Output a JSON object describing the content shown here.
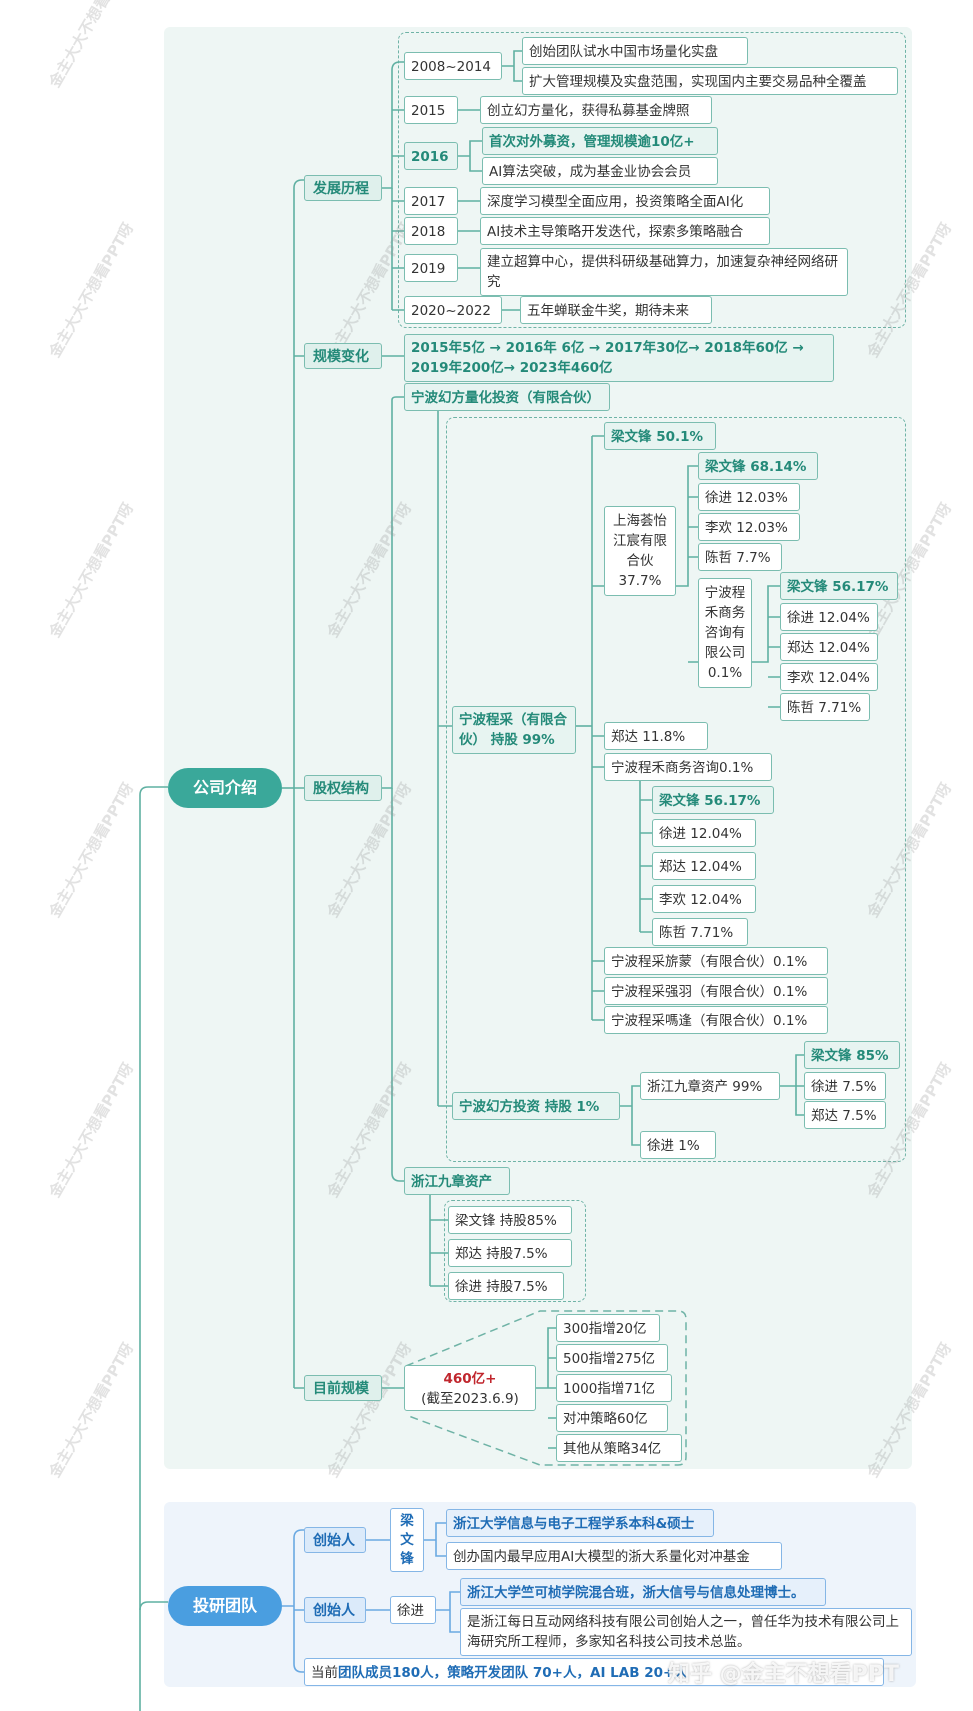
{
  "watermark": "金主大大不想看PPT呀",
  "site_watermark": "知乎 @金主不想看PPT",
  "colors": {
    "teal": "#3aa89a",
    "blue": "#4a9ee0",
    "line": "#5fb0a2"
  },
  "company": {
    "label": "公司介绍",
    "history": {
      "label": "发展历程",
      "years": [
        {
          "year": "2008~2014",
          "events": [
            "创始团队试水中国市场量化实盘",
            "扩大管理规模及实盘范围，实现国内主要交易品种全覆盖"
          ]
        },
        {
          "year": "2015",
          "events": [
            "创立幻方量化，获得私募基金牌照"
          ]
        },
        {
          "year": "2016",
          "events": [
            "首次对外募资，管理规模逾10亿+",
            "AI算法突破，成为基金业协会会员"
          ]
        },
        {
          "year": "2017",
          "events": [
            "深度学习模型全面应用，投资策略全面AI化"
          ]
        },
        {
          "year": "2018",
          "events": [
            "AI技术主导策略开发迭代，探索多策略融合"
          ]
        },
        {
          "year": "2019",
          "events": [
            "建立超算中心，提供科研级基础算力，加速复杂神经网络研究"
          ]
        },
        {
          "year": "2020~2022",
          "events": [
            "五年蝉联金牛奖，期待未来"
          ]
        }
      ]
    },
    "scale_change": {
      "label": "规模变化",
      "text": "2015年5亿 → 2016年 6亿 → 2017年30亿→ 2018年60亿 → 2019年200亿→ 2023年460亿"
    },
    "equity": {
      "label": "股权结构",
      "ningbo_huanfang": "宁波幻方量化投资（有限合伙）",
      "chengcai": "宁波程采（有限合伙） 持股 99%",
      "liang_501": "梁文锋 50.1%",
      "shanghai_huiyi": "上海荟怡江宸有限合伙 37.7%",
      "sh_holders": [
        "梁文锋 68.14%",
        "徐进 12.03%",
        "李欢 12.03%",
        "陈哲 7.7%"
      ],
      "chenghe_inner": "宁波程禾商务咨询有限公司 0.1%",
      "chenghe_inner_holders": [
        "梁文锋 56.17%",
        "徐进 12.04%",
        "郑达 12.04%",
        "李欢 12.04%",
        "陈哲 7.71%"
      ],
      "zhengda": "郑达   11.8%",
      "chenghe": "宁波程禾商务咨询0.1%",
      "chenghe_holders": [
        "梁文锋 56.17%",
        "徐进 12.04%",
        "郑达 12.04%",
        "李欢 12.04%",
        "陈哲 7.71%"
      ],
      "others": [
        "宁波程采旂蒙（有限合伙）0.1%",
        "宁波程采强羽（有限合伙）0.1%",
        "宁波程采嗎逢（有限合伙）0.1%"
      ],
      "huanfang_invest": "宁波幻方投资 持股 1%",
      "jiuzhang_99": "浙江九章资产 99%",
      "jz99_holders": [
        "梁文锋 85%",
        "徐进 7.5%",
        "郑达 7.5%"
      ],
      "xujin_1": "徐进 1%",
      "jiuzhang": "浙江九章资产",
      "jiuzhang_holders": [
        "梁文锋 持股85%",
        "郑达     持股7.5%",
        "徐进 持股7.5%"
      ]
    },
    "current_scale": {
      "label": "目前规模",
      "total": "460亿+",
      "date": "(截至2023.6.9)",
      "items": [
        "300指增20亿",
        "500指增275亿",
        "1000指增71亿",
        "对冲策略60亿",
        "其他从策略34亿"
      ]
    }
  },
  "team": {
    "label": "投研团队",
    "founder_label": "创始人",
    "liang": "梁文锋",
    "liang_items": [
      "浙江大学信息与电子工程学系本科&硕士",
      "创办国内最早应用AI大模型的浙大系量化对冲基金"
    ],
    "xujin": "徐进",
    "xujin_items": [
      "浙江大学竺可桢学院混合班，浙大信号与信息处理博士。",
      "是浙江每日互动网络科技有限公司创始人之一，曾任华为技术有限公司上海研究所工程师，多家知名科技公司技术总监。"
    ],
    "members": {
      "prefix": "当前",
      "a": "团队成员180人，",
      "b": "策略开发团队 70+人，",
      "c": "AI LAB 20+人"
    }
  }
}
